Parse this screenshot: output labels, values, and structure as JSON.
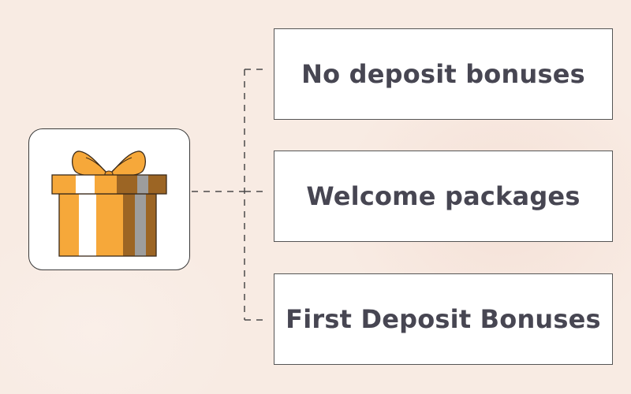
{
  "colors": {
    "background": "#f8ebe3",
    "gift_orange": "#f6a83a",
    "gift_brown": "#9c6524",
    "gift_gray": "#9d9d9d",
    "text": "#474652"
  },
  "source": {
    "icon": "gift-icon"
  },
  "options": [
    {
      "label": "No deposit bonuses"
    },
    {
      "label": "Welcome packages"
    },
    {
      "label": "First Deposit Bonuses"
    }
  ]
}
